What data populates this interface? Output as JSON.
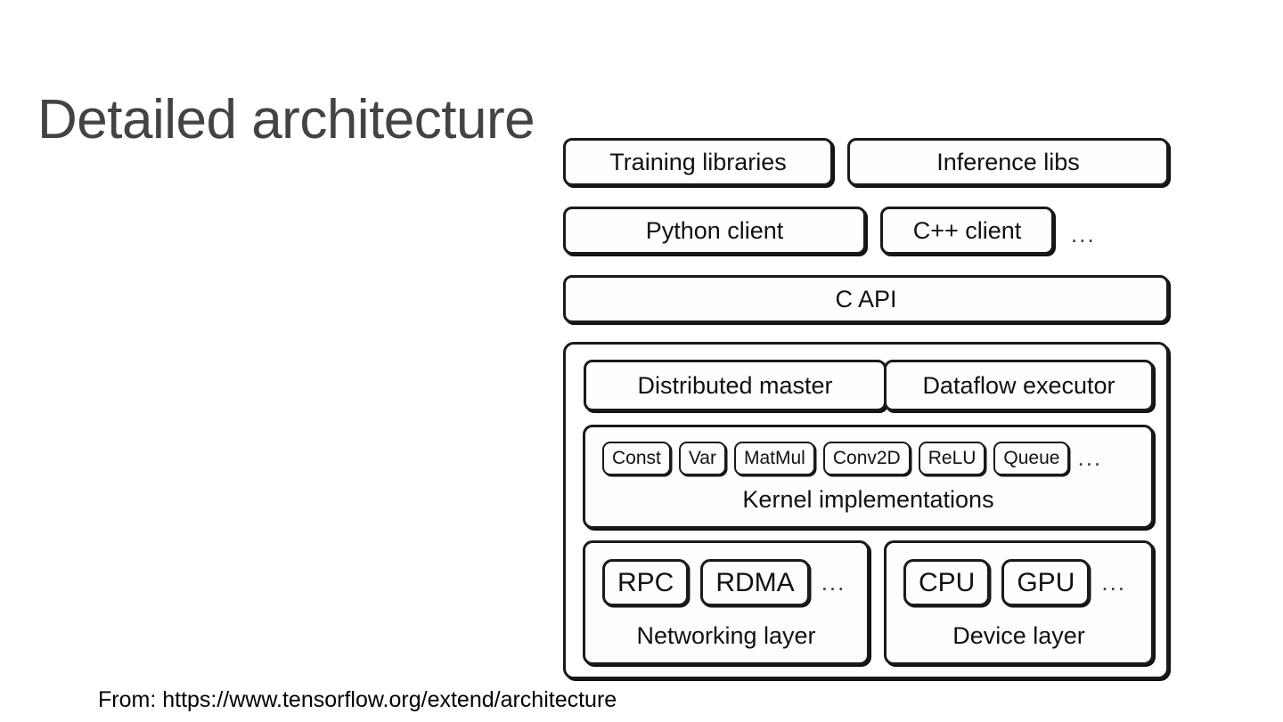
{
  "slide": {
    "title": "Detailed architecture",
    "source_note": "From: https://www.tensorflow.org/extend/architecture",
    "title_color": "#434343",
    "background_color": "#ffffff",
    "diagram_line_color": "#1a1a1a"
  },
  "diagram": {
    "ellipsis_glyph": "...",
    "row_libraries": [
      {
        "label": "Training libraries"
      },
      {
        "label": "Inference libs"
      }
    ],
    "row_clients": [
      {
        "label": "Python client"
      },
      {
        "label": "C++ client"
      }
    ],
    "row_clients_more": "...",
    "row_api": {
      "label": "C API"
    },
    "core": {
      "row_engines": [
        {
          "label": "Distributed master"
        },
        {
          "label": "Dataflow executor"
        }
      ],
      "kernel_group": {
        "label": "Kernel implementations",
        "chips": [
          "Const",
          "Var",
          "MatMul",
          "Conv2D",
          "ReLU",
          "Queue"
        ],
        "more": "..."
      },
      "networking_group": {
        "label": "Networking layer",
        "chips": [
          "RPC",
          "RDMA"
        ],
        "more": "..."
      },
      "device_group": {
        "label": "Device layer",
        "chips": [
          "CPU",
          "GPU"
        ],
        "more": "..."
      }
    }
  }
}
